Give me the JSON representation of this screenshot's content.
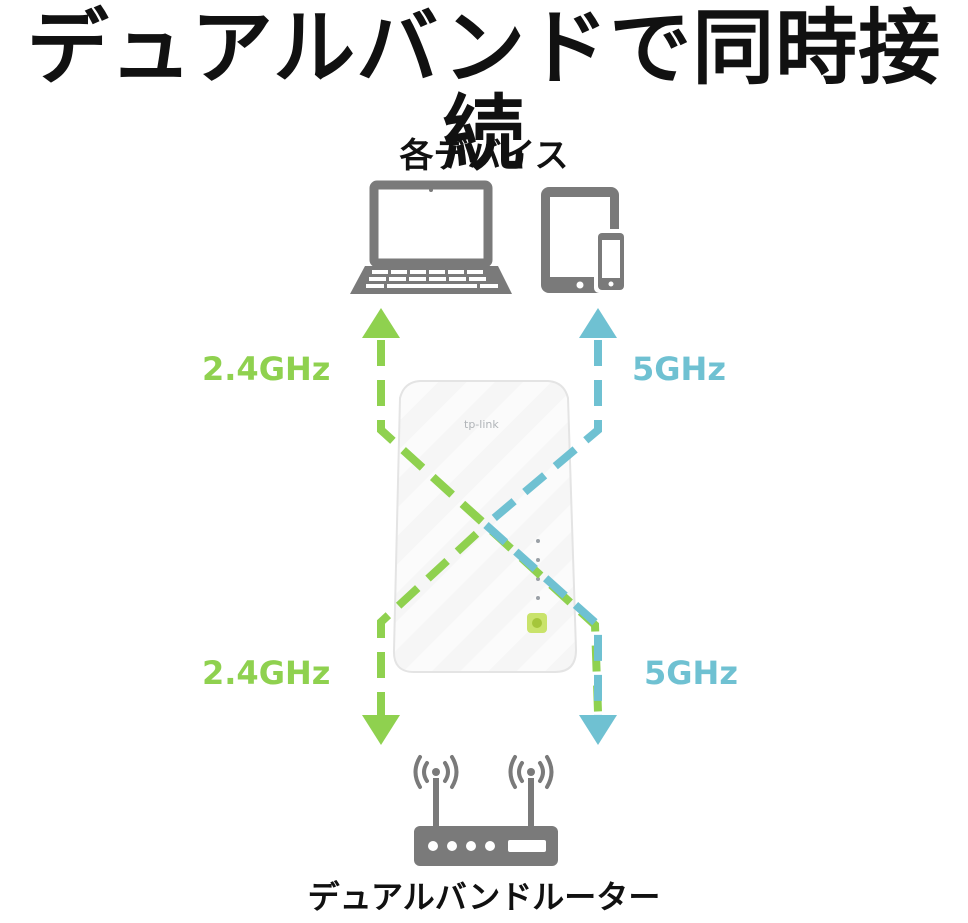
{
  "title": "デュアルバンドで同時接続",
  "devices_label": "各デバイス",
  "router_label": "デュアルバンドルーター",
  "bands": {
    "top_left": "2.4GHz",
    "top_right": "5GHz",
    "bottom_left": "2.4GHz",
    "bottom_right": "5GHz"
  },
  "extender": {
    "brand": "tp-link"
  },
  "colors": {
    "band_24": "#8fd14f",
    "band_5": "#6fc1d2",
    "icon_gray": "#7a7a7a"
  },
  "icons": [
    "laptop-icon",
    "tablet-icon",
    "smartphone-icon",
    "router-icon",
    "wifi-signal-icon"
  ]
}
